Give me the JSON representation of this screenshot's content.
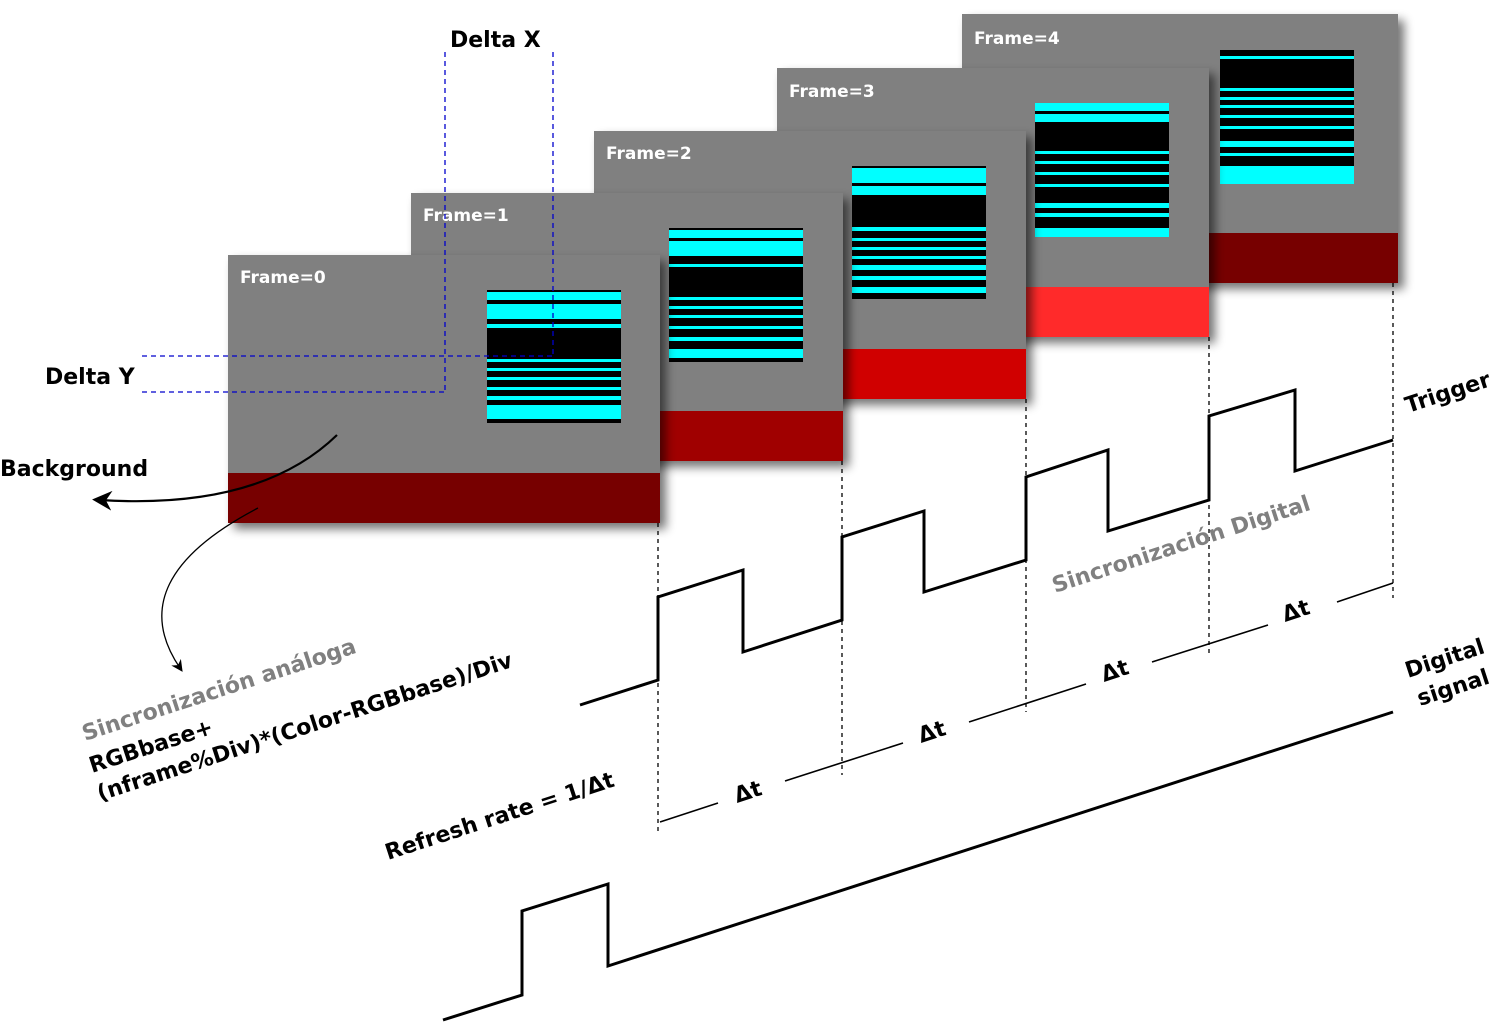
{
  "diagram": {
    "frames": [
      {
        "label": "Frame=0",
        "bar_color": "#770000"
      },
      {
        "label": "Frame=1",
        "bar_color": "#a00000"
      },
      {
        "label": "Frame=2",
        "bar_color": "#d00000"
      },
      {
        "label": "Frame=3",
        "bar_color": "#ff2a2a"
      },
      {
        "label": "Frame=4",
        "bar_color": "#770000"
      }
    ],
    "labels": {
      "delta_x": "Delta X",
      "delta_y": "Delta Y",
      "background": "Background",
      "trigger": "Trigger",
      "digital_signal_line1": "Digital",
      "digital_signal_line2": "signal",
      "sync_digital": "Sincronización Digital",
      "sync_analog": "Sincronización análoga",
      "formula_line1": "RGBbase+",
      "formula_line2": "(nframe%Div)*(Color-RGBbase)/Div",
      "refresh_rate": "Refresh rate = 1/Δt",
      "delta_t": "Δt"
    },
    "colors": {
      "frame_gray": "#808080",
      "stripe_cyan": "#00ffff",
      "stripe_black": "#000000",
      "guide_blue": "#0000cc",
      "muted_label": "#808080"
    }
  }
}
